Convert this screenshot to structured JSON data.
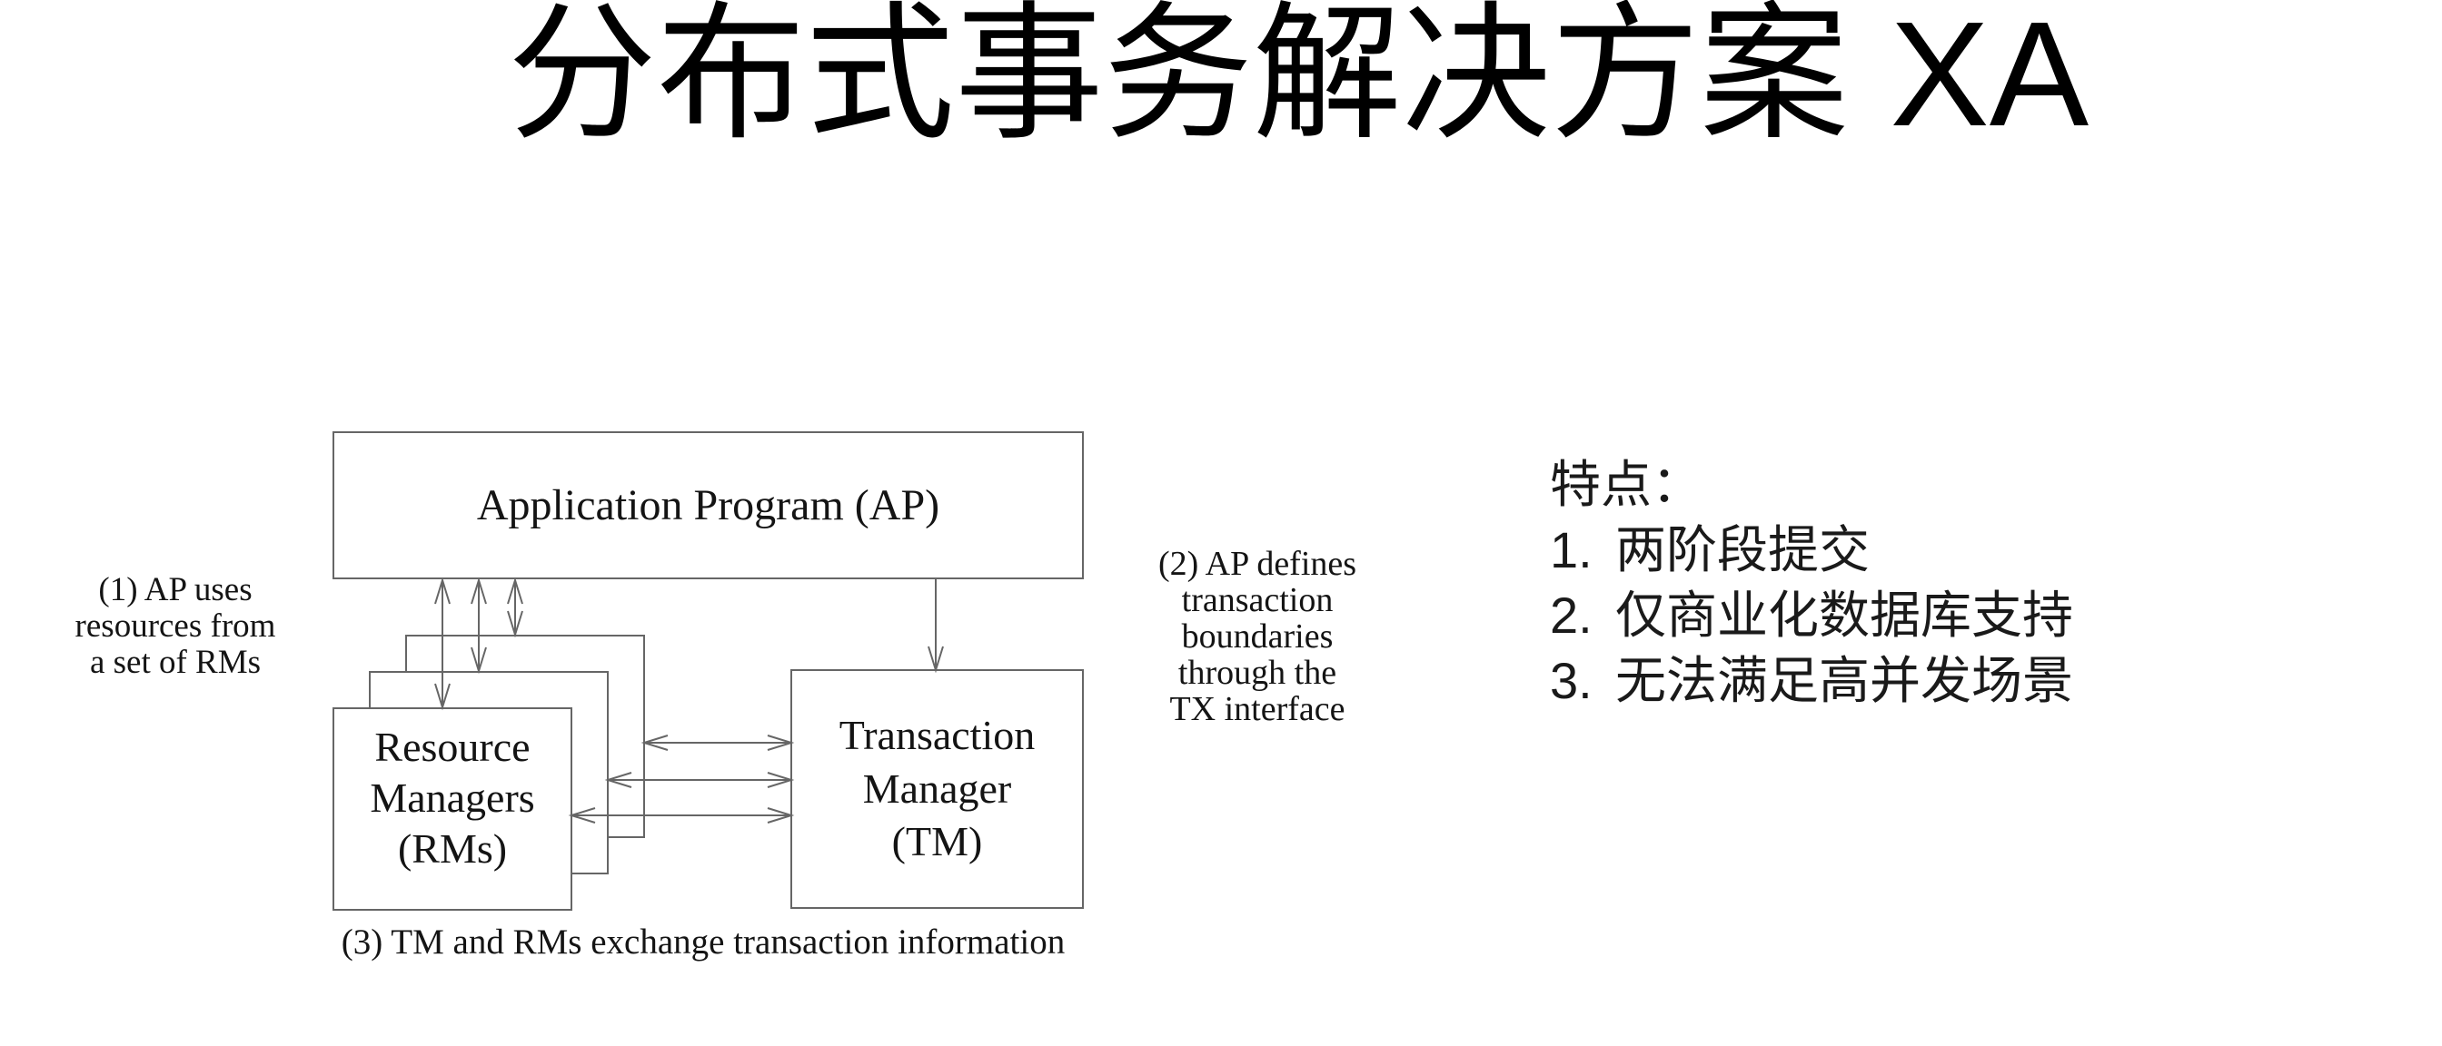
{
  "title": "分布式事务解决方案 XA",
  "diagram": {
    "ap_box": "Application Program (AP)",
    "rm_box": "Resource\nManagers\n(RMs)",
    "tm_box": "Transaction\nManager\n(TM)",
    "note_1": "(1) AP uses\nresources from\na set of RMs",
    "note_2": "(2) AP defines\ntransaction\nboundaries\nthrough the\nTX interface",
    "note_3": "(3) TM and RMs exchange transaction information",
    "line_color": "#666666",
    "box_fill": "#ffffff"
  },
  "features": {
    "title": "特点：",
    "items": [
      {
        "num": "1.",
        "text": "两阶段提交"
      },
      {
        "num": "2.",
        "text": "仅商业化数据库支持"
      },
      {
        "num": "3.",
        "text": "无法满足高并发场景"
      }
    ]
  }
}
